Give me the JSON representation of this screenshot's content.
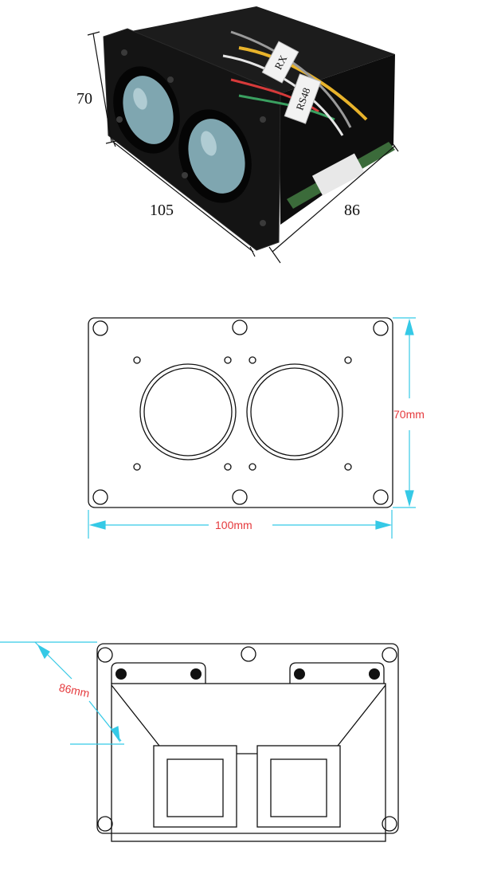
{
  "photo": {
    "dimensions": {
      "height": "70",
      "width": "105",
      "depth": "86"
    },
    "cable_tags": [
      "RX",
      "RS48"
    ],
    "colors": {
      "body": "#111111",
      "lens": "#7fa6b0",
      "dimension_line": "#111111"
    }
  },
  "front_view": {
    "height_label": "70mm",
    "width_label": "100mm",
    "colors": {
      "outline": "#111111",
      "dimension_line": "#35c9e6",
      "label": "#e5393c"
    }
  },
  "side_view": {
    "depth_label": "86mm",
    "colors": {
      "outline": "#111111",
      "dimension_line": "#35c9e6",
      "label": "#e5393c"
    }
  }
}
